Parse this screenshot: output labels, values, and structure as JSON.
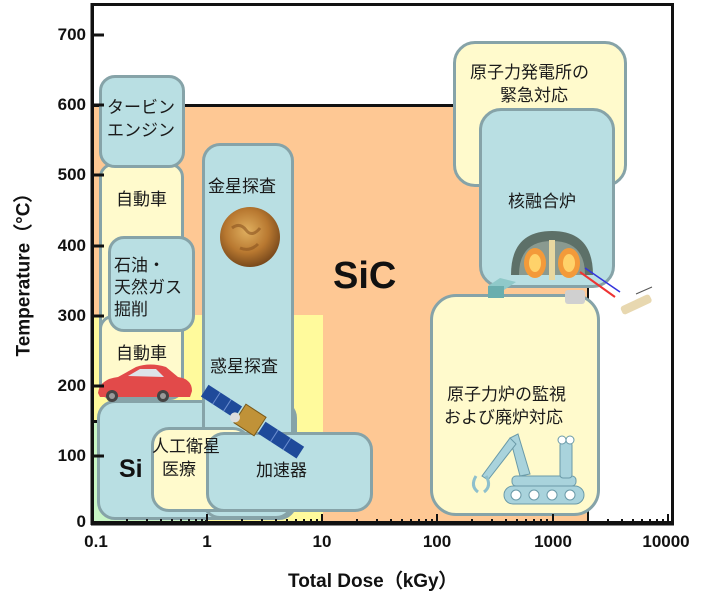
{
  "chart_data": {
    "type": "area",
    "title": "",
    "xlabel": "Total Dose（kGy）",
    "ylabel": "Temperature（°C）",
    "xscale": "log",
    "xlim": [
      0.1,
      10000
    ],
    "ylim": [
      0,
      700
    ],
    "x_ticks": [
      "0.1",
      "1",
      "10",
      "100",
      "1000",
      "10000"
    ],
    "y_ticks": [
      "0",
      "100",
      "200",
      "300",
      "400",
      "500",
      "600",
      "700"
    ],
    "grid": false,
    "regions": [
      {
        "name": "SiC",
        "color": "#fec894",
        "x_range": [
          0.1,
          2000
        ],
        "y_range": [
          0,
          600
        ]
      },
      {
        "name": "SiC (yellow sub-region)",
        "color": "#fffa9c",
        "x_range": [
          0.1,
          10
        ],
        "y_range": [
          0,
          300
        ]
      },
      {
        "name": "Si",
        "color": "#c8f5c5",
        "x_range": [
          0.1,
          1
        ],
        "y_range": [
          0,
          150
        ]
      }
    ],
    "applications": [
      {
        "label": "タービンエンジン",
        "x_range": [
          0.12,
          0.5
        ],
        "y_range": [
          510,
          640
        ],
        "color": "blue"
      },
      {
        "label": "自動車",
        "x_range": [
          0.12,
          0.5
        ],
        "y_range": [
          180,
          510
        ],
        "color": "cream"
      },
      {
        "label": "石油・天然ガス掘削",
        "x_range": [
          0.15,
          0.7
        ],
        "y_range": [
          280,
          410
        ],
        "color": "blue"
      },
      {
        "label": "金星探査 / 惑星探査",
        "x_range": [
          1,
          6
        ],
        "y_range": [
          10,
          540
        ],
        "color": "blue"
      },
      {
        "label": "人工衛星・医療",
        "x_range": [
          0.5,
          4
        ],
        "y_range": [
          20,
          140
        ],
        "color": "cream"
      },
      {
        "label": "加速器",
        "x_range": [
          1,
          15
        ],
        "y_range": [
          20,
          135
        ],
        "color": "blue"
      },
      {
        "label": "原子力発電所の緊急対応",
        "x_range": [
          150,
          1500
        ],
        "y_range": [
          480,
          690
        ],
        "color": "cream"
      },
      {
        "label": "核融合炉",
        "x_range": [
          200,
          1500
        ],
        "y_range": [
          340,
          590
        ],
        "color": "blue"
      },
      {
        "label": "原子力炉の監視および廃炉対応",
        "x_range": [
          100,
          1700
        ],
        "y_range": [
          10,
          330
        ],
        "color": "cream"
      }
    ]
  },
  "axes": {
    "x_title": "Total Dose（kGy）",
    "y_title": "Temperature（°C）",
    "x_ticks": [
      "0.1",
      "1",
      "10",
      "100",
      "1000",
      "10000"
    ],
    "y_ticks": [
      "0",
      "100",
      "200",
      "300",
      "400",
      "500",
      "600",
      "700"
    ]
  },
  "regions": {
    "sic_label": "SiC",
    "si_label": "Si"
  },
  "labels": {
    "turbine_line1": "タービン",
    "turbine_line2": "エンジン",
    "auto_upper": "自動車",
    "oil_line1": "石油・",
    "oil_line2": "天然ガス",
    "oil_line3": "掘削",
    "auto_lower": "自動車",
    "venus": "金星探査",
    "planetary": "惑星探査",
    "satellite_line1": "人工衛星",
    "satellite_line2": "医療",
    "accelerator": "加速器",
    "npp_line1": "原子力発電所の",
    "npp_line2": "緊急対応",
    "fusion": "核融合炉",
    "reactor_line1": "原子力炉の監視",
    "reactor_line2": "および廃炉対応"
  },
  "colors": {
    "sic": "#fec894",
    "sic_yellow": "#fffa9c",
    "si": "#c8f5c5",
    "box_blue": "#b9dfe3",
    "box_cream": "#fffacc",
    "box_border": "#86a3a8"
  }
}
